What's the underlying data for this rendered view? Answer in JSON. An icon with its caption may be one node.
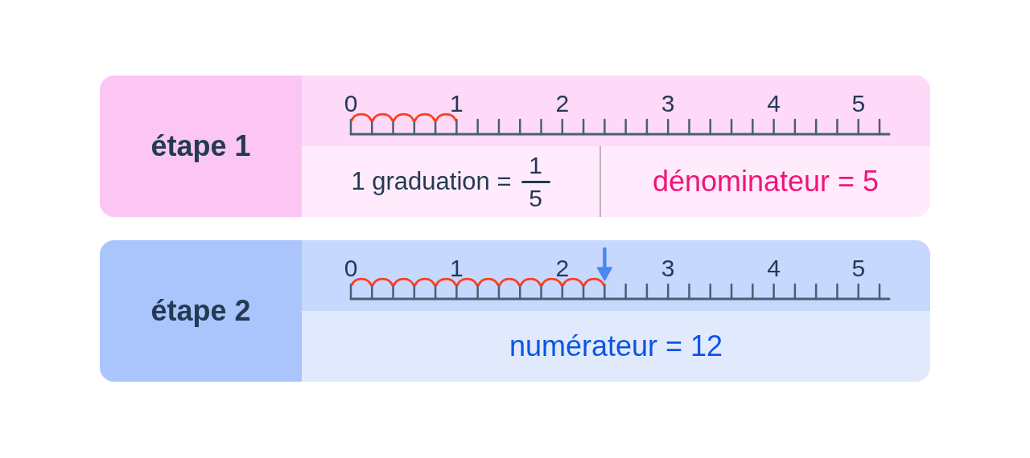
{
  "diagram": {
    "nodes": [
      {
        "text": [
          "étape 1"
        ]
      },
      {
        "text": [
          "1 graduation =",
          "1",
          "5"
        ]
      },
      {
        "text": [
          "dénominateur = 5"
        ]
      },
      {
        "text": [
          "étape 2"
        ]
      },
      {
        "text": [
          "numérateur = 12"
        ]
      }
    ],
    "labels": [
      "0",
      "1",
      "2",
      "3",
      "4",
      "5",
      "0",
      "1",
      "2",
      "3",
      "4",
      "5"
    ]
  }
}
